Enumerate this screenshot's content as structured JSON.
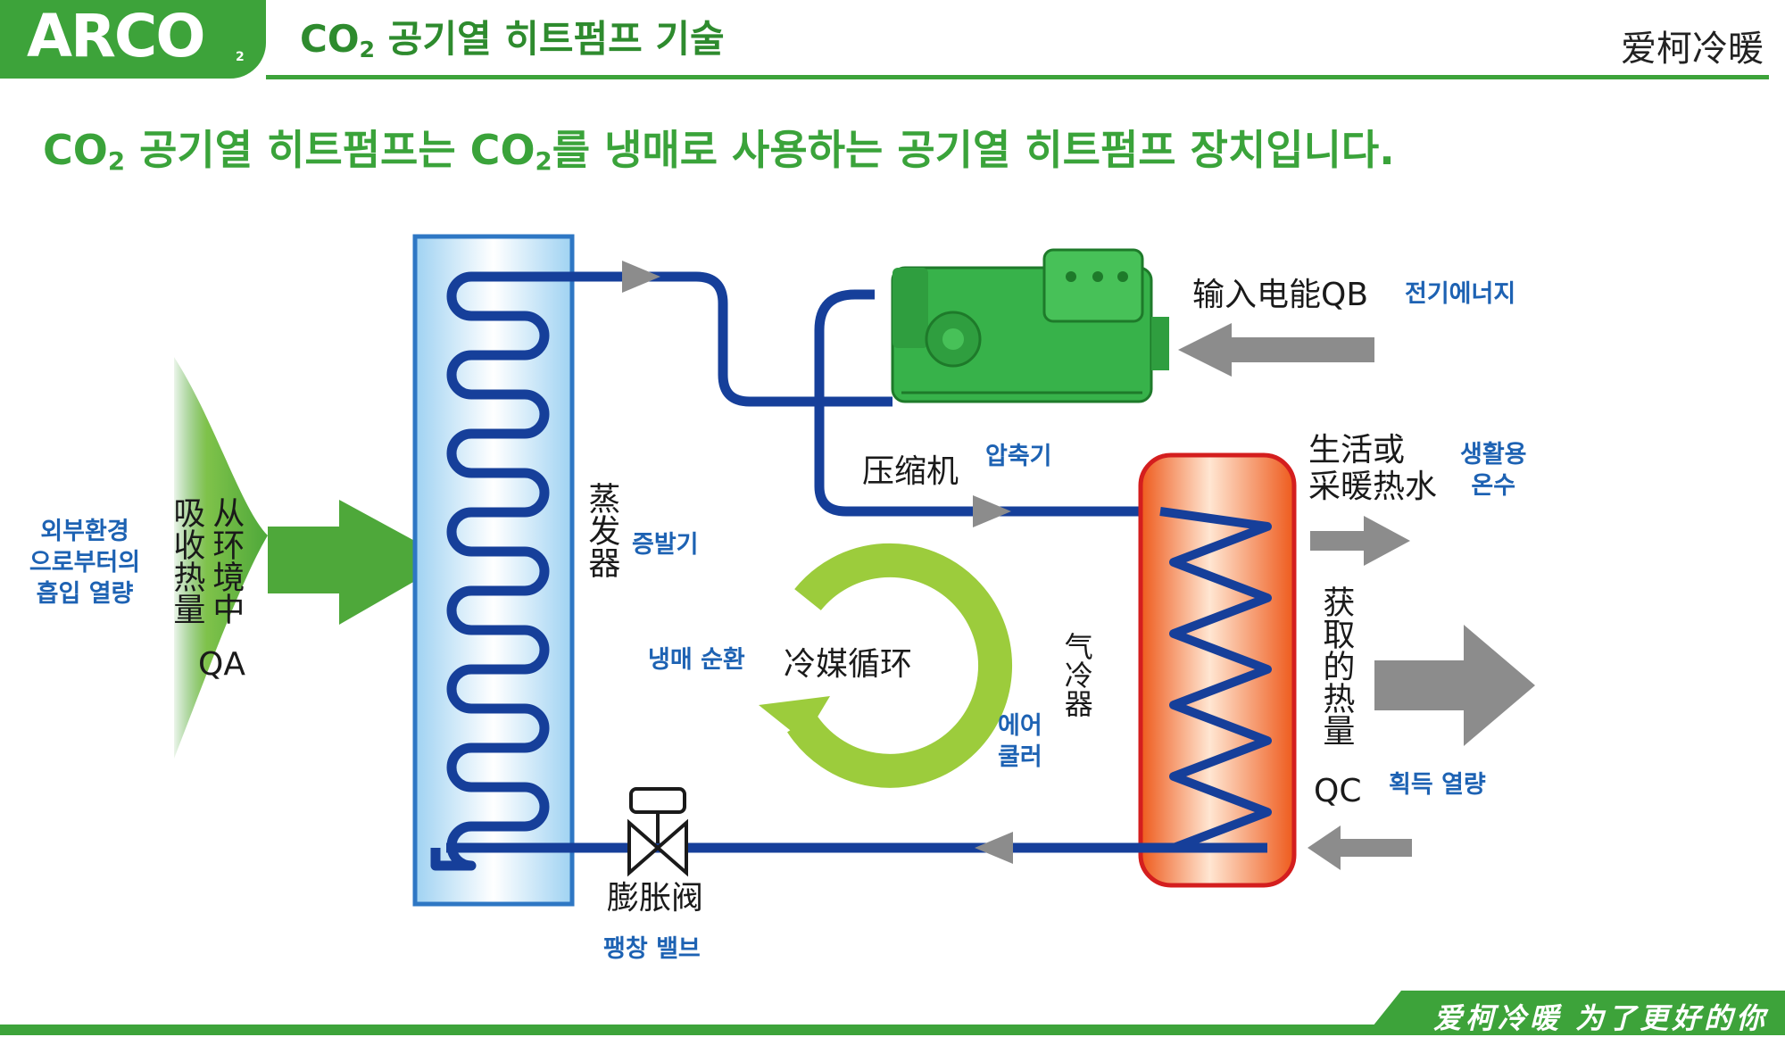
{
  "header": {
    "logo": "ARCO",
    "logo_sub": "2",
    "title_pre": "CO",
    "title_sub": "2",
    "title_post": " 공기열 히트펌프 기술",
    "brand_cn": "爱柯冷暖"
  },
  "main_title": {
    "p1": "CO",
    "s1": "2",
    "p2": " 공기열 히트펌프는 CO",
    "s2": "2",
    "p3": "를 냉매로 사용하는 공기열 히트펌프 장치입니다."
  },
  "diagram": {
    "ambient": {
      "cn_col1": "从环境中",
      "cn_col2": "吸收热量",
      "code": "QA",
      "kr": [
        "외부환경",
        "으로부터의",
        "흡입 열량"
      ]
    },
    "evaporator": {
      "cn": "蒸发器",
      "kr": "증발기"
    },
    "compressor": {
      "cn": "压缩机",
      "kr": "압축기"
    },
    "power_input": {
      "cn": "输入电能QB",
      "kr": "전기에너지"
    },
    "hot_water": {
      "cn_l1": "生活或",
      "cn_l2": "采暖热水",
      "kr": [
        "생활용",
        "온수"
      ]
    },
    "gas_cooler": {
      "cn": "气冷器",
      "kr": [
        "에어",
        "쿨러"
      ]
    },
    "heat_gain": {
      "cn": "获取的热量",
      "code": "QC",
      "kr": "획득 열량"
    },
    "refrigerant_cycle": {
      "cn": "冷媒循环",
      "kr": "냉매 순환"
    },
    "expansion_valve": {
      "cn": "膨胀阀",
      "kr": "팽창 밸브"
    }
  },
  "footer": {
    "slogan": "爱柯冷暖  为了更好的你"
  },
  "colors": {
    "green": "#3da33a",
    "pipe": "#163f9a",
    "arrow_gray": "#8c8c8c",
    "cycle": "#9ccc3c",
    "label_blue": "#1d62b3"
  }
}
